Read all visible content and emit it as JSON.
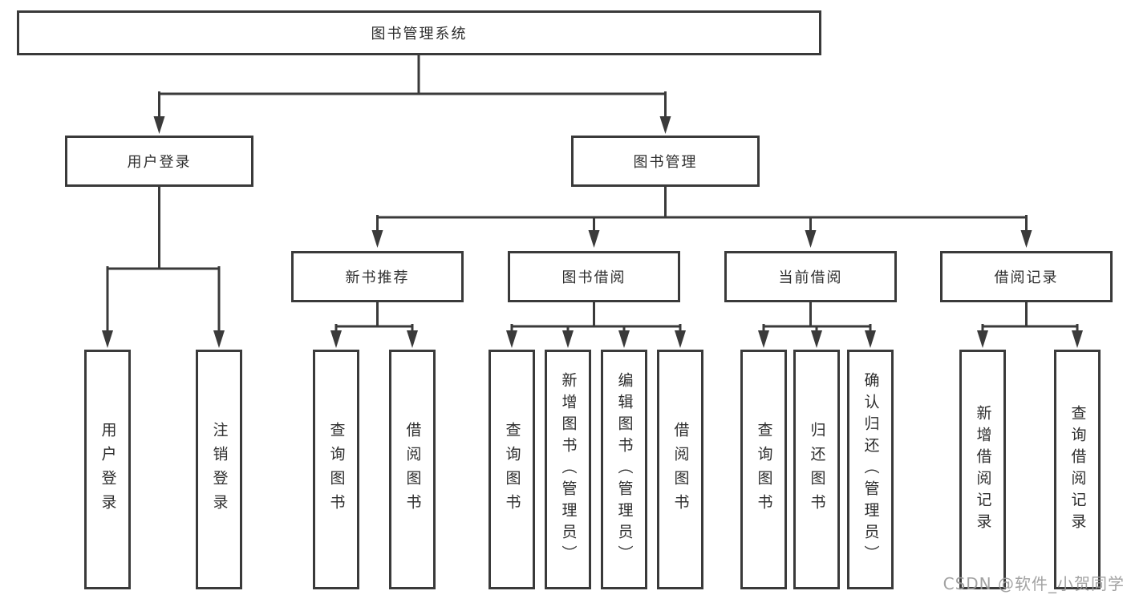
{
  "nodes": {
    "root": {
      "label": "图书管理系统"
    },
    "user_login": {
      "label": "用户登录"
    },
    "book_mgmt": {
      "label": "图书管理"
    },
    "new_book_rec": {
      "label": "新书推荐"
    },
    "book_borrow": {
      "label": "图书借阅"
    },
    "current_borrow": {
      "label": "当前借阅"
    },
    "borrow_record": {
      "label": "借阅记录"
    },
    "leaf_user_login": {
      "label": "用户登录"
    },
    "leaf_logout": {
      "label": "注销登录"
    },
    "leaf_nbr_query": {
      "label": "查询图书"
    },
    "leaf_nbr_borrow": {
      "label": "借阅图书"
    },
    "leaf_bb_query": {
      "label": "查询图书"
    },
    "leaf_bb_add": {
      "label": "新增图书（管理员）"
    },
    "leaf_bb_edit": {
      "label": "编辑图书（管理员）"
    },
    "leaf_bb_borrow": {
      "label": "借阅图书"
    },
    "leaf_cb_query": {
      "label": "查询图书"
    },
    "leaf_cb_return": {
      "label": "归还图书"
    },
    "leaf_cb_confirm": {
      "label": "确认归还（管理员）"
    },
    "leaf_br_add": {
      "label": "新增借阅记录"
    },
    "leaf_br_query": {
      "label": "查询借阅记录"
    }
  },
  "hierarchy": {
    "root": [
      "user_login",
      "book_mgmt"
    ],
    "user_login": [
      "leaf_user_login",
      "leaf_logout"
    ],
    "book_mgmt": [
      "new_book_rec",
      "book_borrow",
      "current_borrow",
      "borrow_record"
    ],
    "new_book_rec": [
      "leaf_nbr_query",
      "leaf_nbr_borrow"
    ],
    "book_borrow": [
      "leaf_bb_query",
      "leaf_bb_add",
      "leaf_bb_edit",
      "leaf_bb_borrow"
    ],
    "current_borrow": [
      "leaf_cb_query",
      "leaf_cb_return",
      "leaf_cb_confirm"
    ],
    "borrow_record": [
      "leaf_br_add",
      "leaf_br_query"
    ]
  },
  "watermark": {
    "text": "CSDN @软件_小贺同学"
  },
  "colors": {
    "line": "#3a3a3a",
    "box_border": "#3a3a3a",
    "box_fill": "#ffffff",
    "text": "#2e2e2e",
    "watermark": "#9b9b9b",
    "background": "#ffffff"
  }
}
